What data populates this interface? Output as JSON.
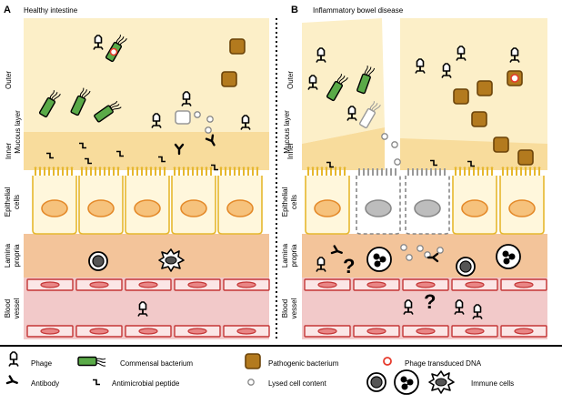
{
  "panels": {
    "left": {
      "letter": "A",
      "title": "Healthy intestine"
    },
    "right": {
      "letter": "B",
      "title": "Inflammatory bowel disease"
    }
  },
  "layers": {
    "outer": "Outer",
    "mucous": "Mucous layer",
    "inner": "Inner",
    "epithelial1": "Epithelial",
    "epithelial2": "cells",
    "lamina1": "Lamina",
    "lamina2": "propria",
    "blood1": "Blood",
    "blood2": "vessel"
  },
  "legend": {
    "phage": "Phage",
    "commensal": "Commensal bacterium",
    "pathogenic": "Pathogenic bacterium",
    "transduced": "Phage transduced DNA",
    "antibody": "Antibody",
    "amp": "Antimicrobial peptide",
    "lysed": "Lysed cell content",
    "immune": "Immune cells"
  },
  "unknown_mark": "?",
  "colors": {
    "mucus_outer": "#fcefc8",
    "mucus_inner": "#f8dc9c",
    "epithelial_cell": "#fff7dc",
    "epithelial_border": "#e6b82e",
    "nucleus": "#f6c27c",
    "nucleus_border": "#e48a2a",
    "lamina": "#f3c49a",
    "blood": "#f2c9c9",
    "rbc_fill": "#e98686",
    "rbc_border": "#c43636",
    "commensal": "#5aaa48",
    "pathogen": "#b37a1e",
    "pathogen_border": "#6b4309",
    "transduced": "#e63a2c"
  }
}
